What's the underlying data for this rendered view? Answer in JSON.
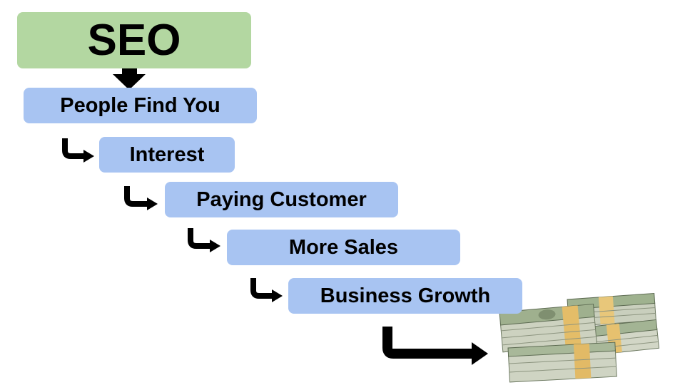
{
  "diagram": {
    "root_label": "SEO",
    "steps": [
      {
        "label": "People Find You"
      },
      {
        "label": "Interest"
      },
      {
        "label": "Paying Customer"
      },
      {
        "label": "More Sales"
      },
      {
        "label": "Business Growth"
      }
    ],
    "icons": {
      "down_arrow": "down-arrow-icon",
      "elbow_arrow": "elbow-arrow-icon",
      "money": "money-stack-icon"
    },
    "colors": {
      "root_fill": "#b3d7a1",
      "step_fill": "#a8c4f2",
      "arrow": "#000000",
      "money_green": "#a9b89a"
    }
  }
}
